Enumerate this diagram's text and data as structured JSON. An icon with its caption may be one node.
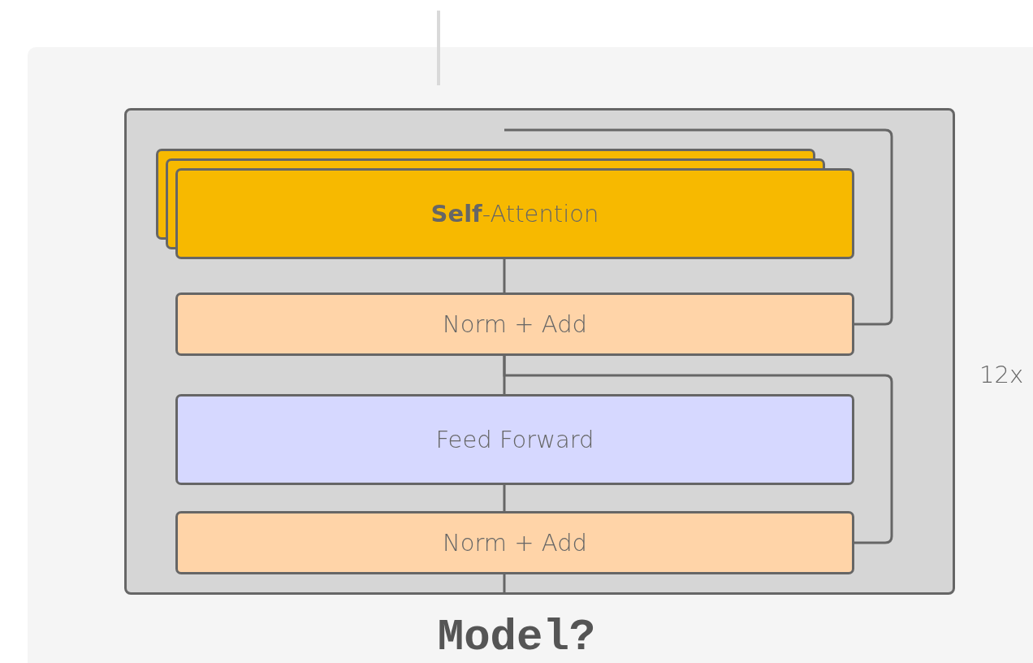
{
  "diagram": {
    "nodes": [
      {
        "text": [],
        "shape": "box"
      },
      {
        "text": [
          "**Self**-Attention"
        ],
        "in": 0
      },
      {
        "text": [
          "Norm + Add"
        ],
        "in": 0
      },
      {
        "text": [
          "Feed Forward"
        ],
        "in": 0
      },
      {
        "text": [
          "Norm + Add"
        ],
        "in": 0
      }
    ],
    "edges": [
      {
        "from": null,
        "to": 2,
        "arrow": "none"
      },
      {
        "from": 1,
        "to": 2,
        "arrow": "none"
      },
      {
        "from": 2,
        "to": 3,
        "arrow": "none"
      },
      {
        "from": 2,
        "to": 4,
        "arrow": "none"
      },
      {
        "from": 3,
        "to": 4,
        "arrow": "none"
      },
      {
        "from": 4,
        "to": null,
        "arrow": "none"
      }
    ],
    "labels": [
      "12x",
      "Model?"
    ]
  }
}
